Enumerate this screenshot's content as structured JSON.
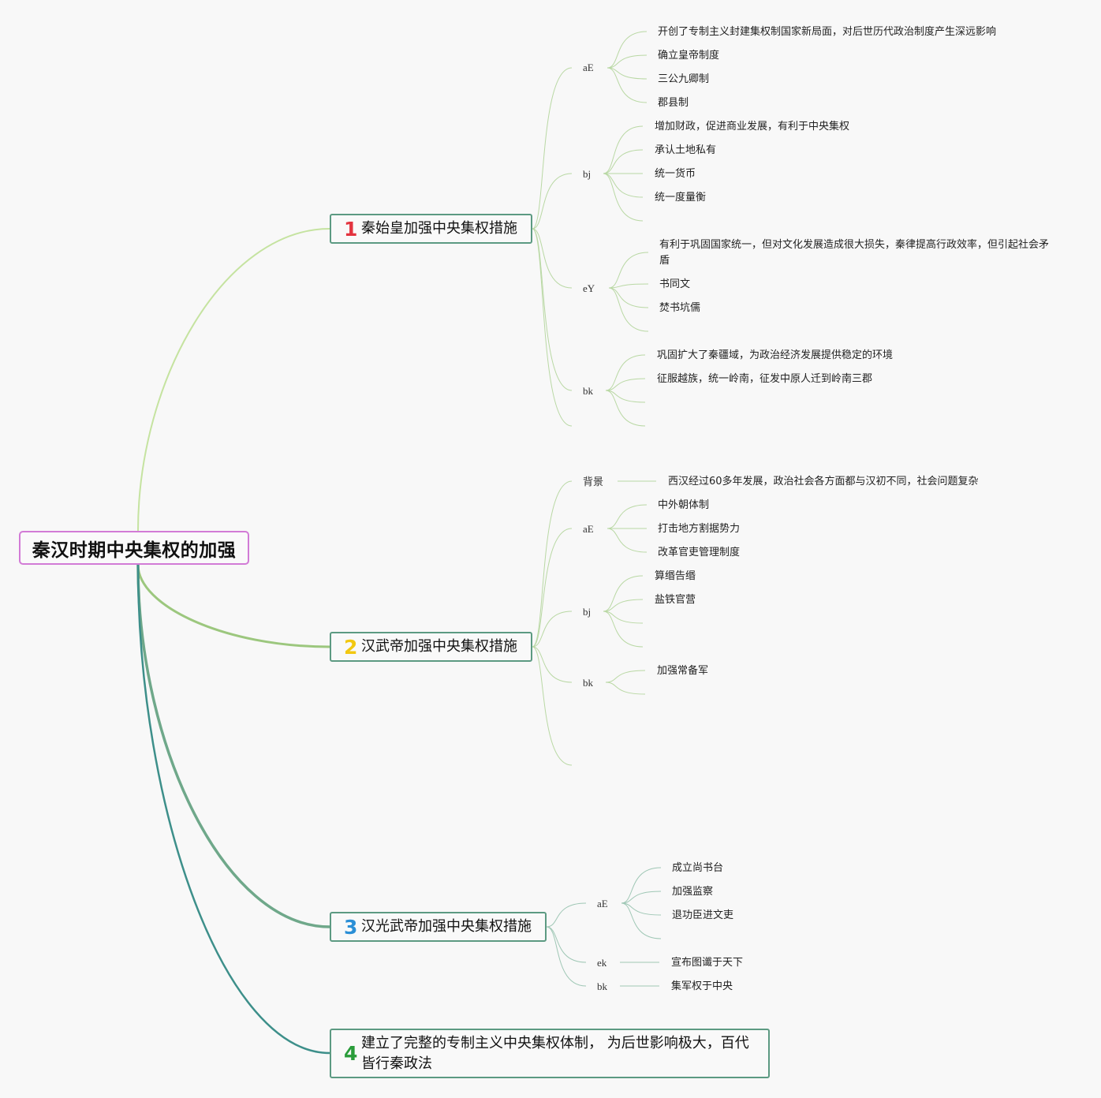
{
  "root": {
    "title": "秦汉时期中央集权的加强"
  },
  "branches": [
    {
      "number": "1",
      "number_color": "#e3343f",
      "title": "秦始皇加强中央集权措施",
      "groups": [
        {
          "label": "aE",
          "items": [
            "开创了专制主义封建集权制国家新局面，对后世历代政治制度产生深远影响",
            "确立皇帝制度",
            "三公九卿制",
            "郡县制"
          ]
        },
        {
          "label": "bj",
          "items": [
            "增加财政，促进商业发展，有利于中央集权",
            "承认土地私有",
            "统一货币",
            "统一度量衡"
          ]
        },
        {
          "label": "eY",
          "items": [
            "有利于巩固国家统一，但对文化发展造成很大损失，秦律提高行政效率，但引起社会矛盾",
            "书同文",
            "焚书坑儒"
          ]
        },
        {
          "label": "bk",
          "items": [
            "巩固扩大了秦疆域，为政治经济发展提供稳定的环境",
            "征服越族，统一岭南，征发中原人迁到岭南三郡"
          ]
        }
      ]
    },
    {
      "number": "2",
      "number_color": "#f2c811",
      "title": "汉武帝加强中央集权措施",
      "groups": [
        {
          "label": "背景",
          "items": [
            "西汉经过60多年发展，政治社会各方面都与汉初不同，社会问题复杂"
          ]
        },
        {
          "label": "aE",
          "items": [
            "中外朝体制",
            "打击地方割据势力",
            "改革官吏管理制度"
          ]
        },
        {
          "label": "bj",
          "items": [
            "算缗告缗",
            "盐铁官营"
          ]
        },
        {
          "label": "bk",
          "items": [
            "加强常备军"
          ]
        }
      ]
    },
    {
      "number": "3",
      "number_color": "#2b8fd6",
      "title": "汉光武帝加强中央集权措施",
      "groups": [
        {
          "label": "aE",
          "items": [
            "成立尚书台",
            "加强监察",
            "退功臣进文吏"
          ]
        },
        {
          "label": "ek",
          "items": [
            "宣布图谶于天下"
          ]
        },
        {
          "label": "bk",
          "items": [
            "集军权于中央"
          ]
        }
      ]
    },
    {
      "number": "4",
      "number_color": "#2a9c3a",
      "title": "建立了完整的专制主义中央集权体制， 为后世影响极大，百代皆行秦政法",
      "groups": []
    }
  ],
  "colors": {
    "root_border": "#d27bd6",
    "branch_border": "#5c9a82",
    "edge_1": "#c5e3a0",
    "edge_2": "#9cc77e",
    "edge_3": "#6fa88a",
    "edge_4": "#3d8f8a"
  }
}
